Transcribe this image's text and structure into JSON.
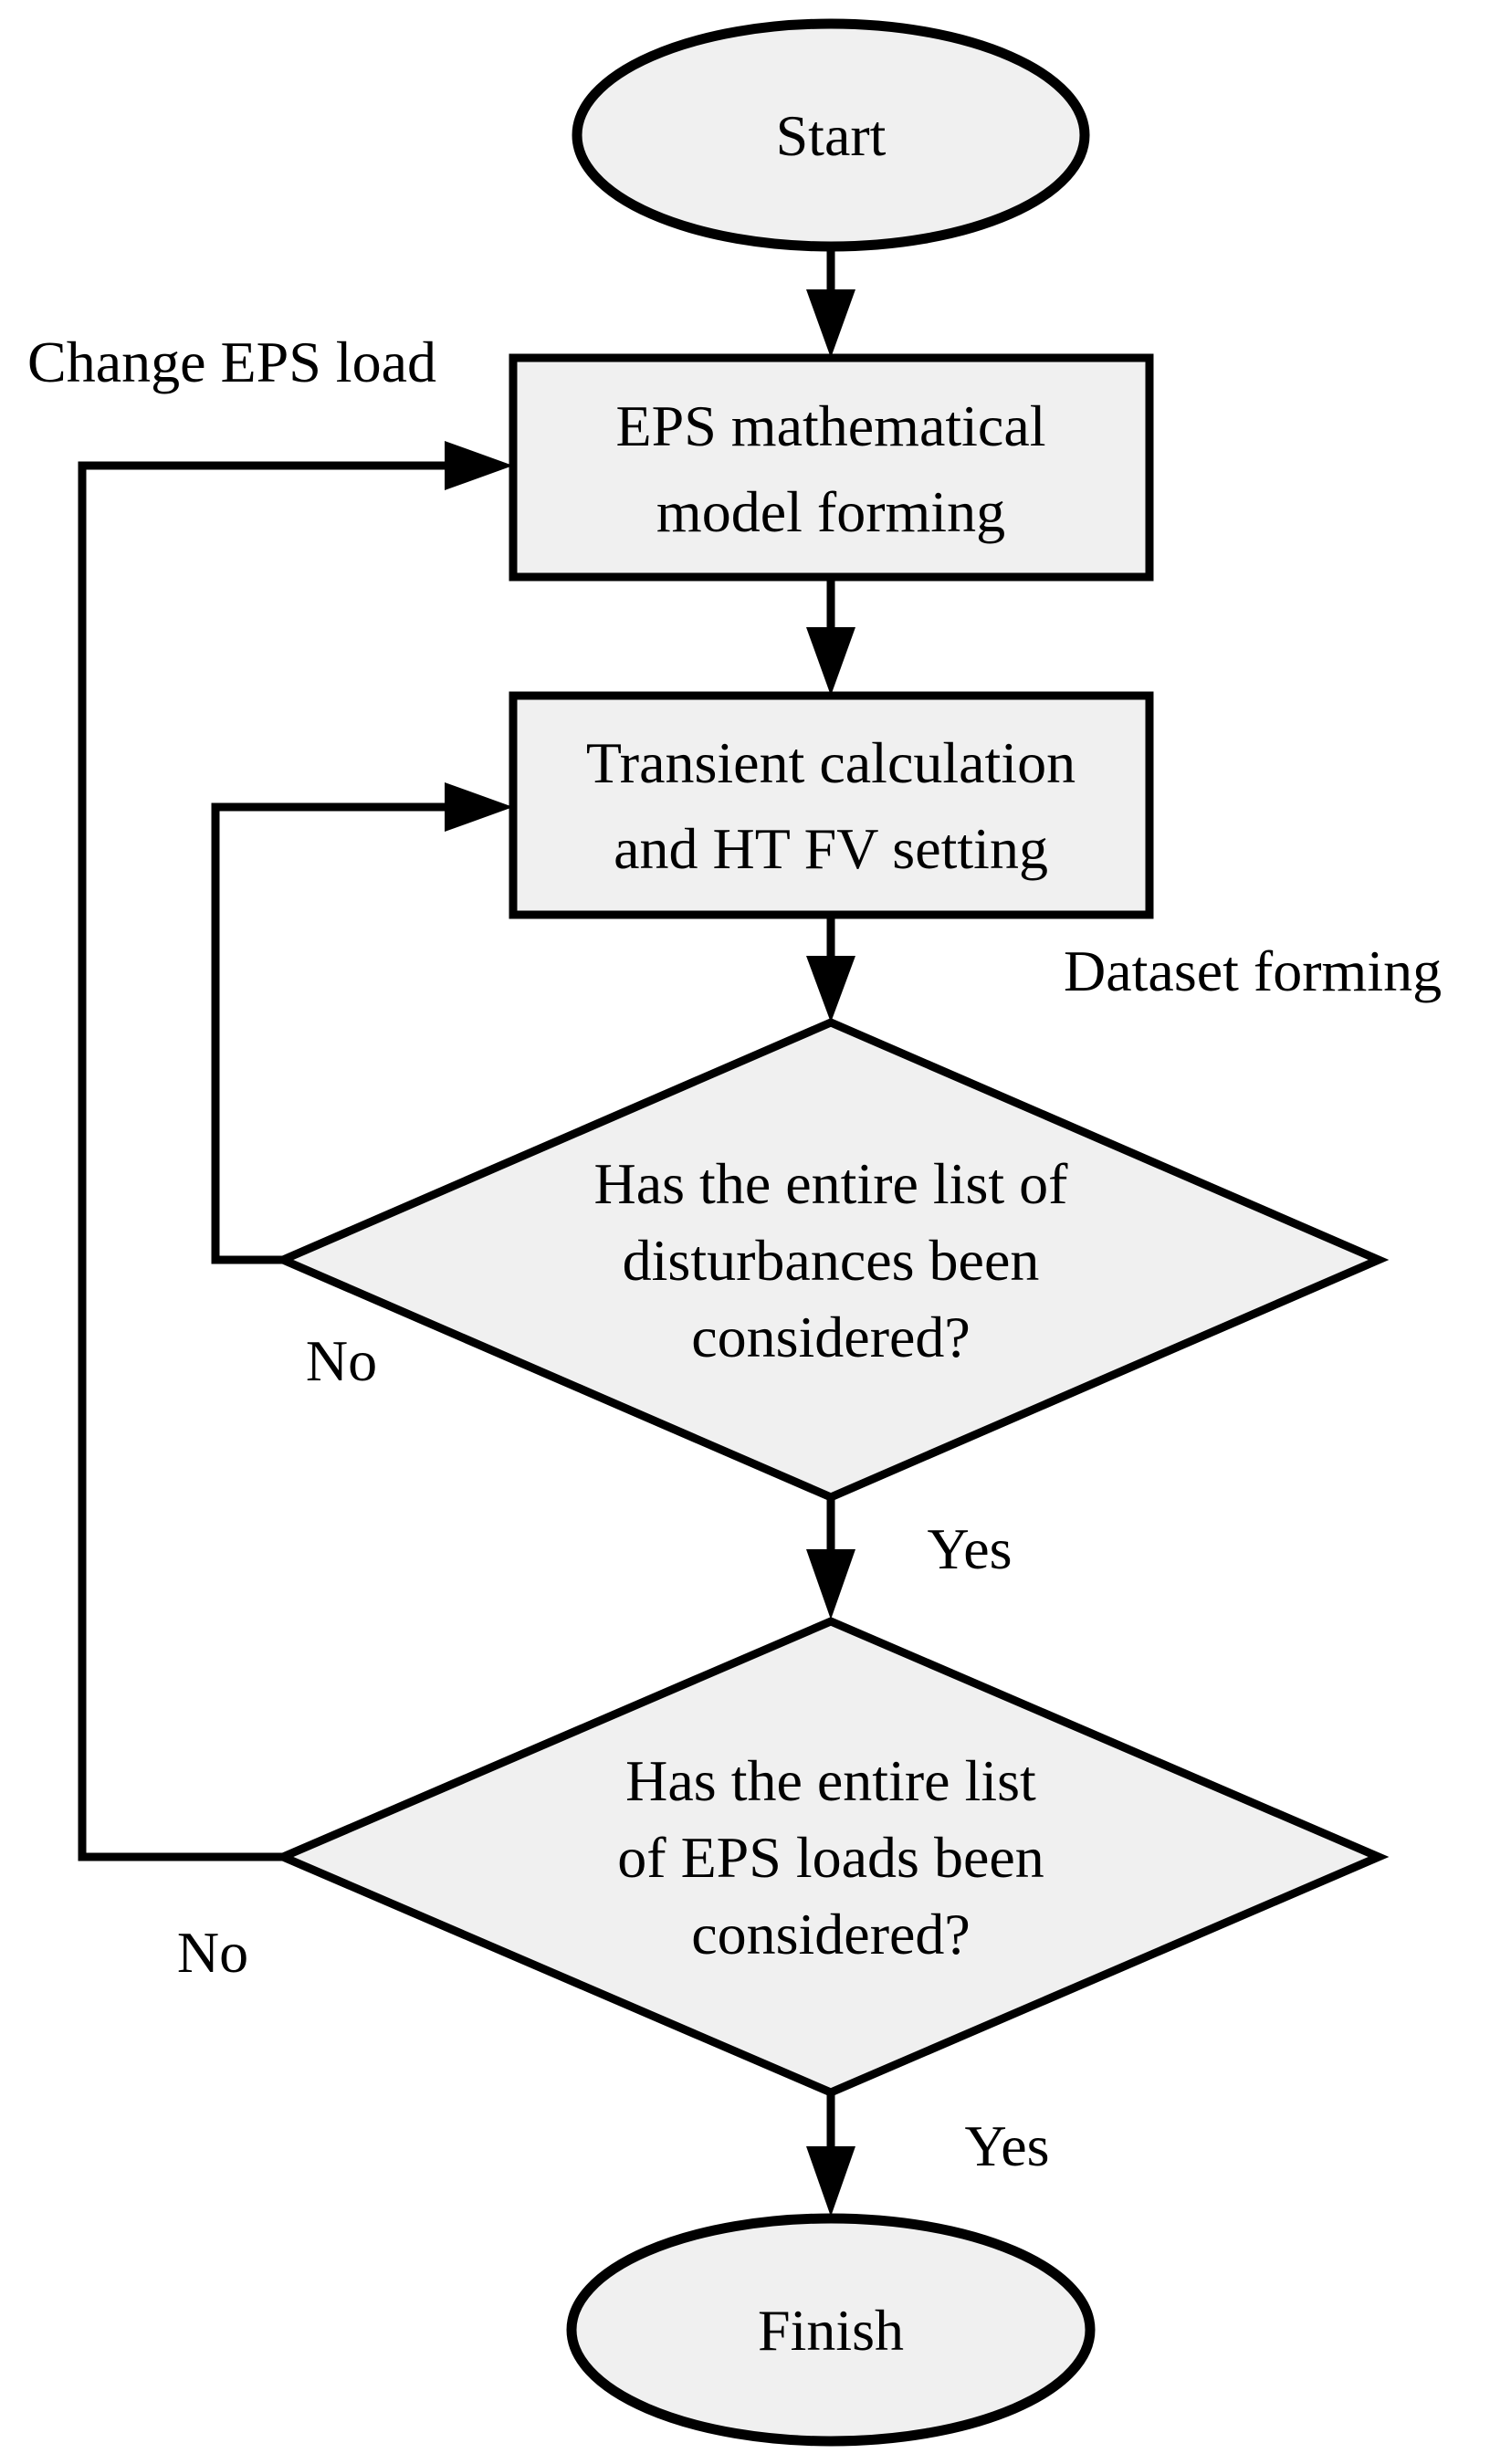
{
  "diagram": {
    "background": "#ffffff",
    "node_fill": "#f0f0f0",
    "stroke_color": "#000000",
    "text_color": "#000000",
    "nodes": {
      "start": {
        "shape": "terminator-ellipse",
        "label": "Start"
      },
      "eps_model": {
        "shape": "process-rectangle",
        "lines": [
          "EPS mathematical",
          "model forming"
        ]
      },
      "transient": {
        "shape": "process-rectangle",
        "lines": [
          "Transient calculation",
          "and HT FV setting"
        ]
      },
      "disturbances_decision": {
        "shape": "decision-diamond",
        "lines": [
          "Has the entire list of",
          "disturbances been",
          "considered?"
        ]
      },
      "eps_loads_decision": {
        "shape": "decision-diamond",
        "lines": [
          "Has the entire list",
          "of EPS loads been",
          "considered?"
        ]
      },
      "finish": {
        "shape": "terminator-ellipse",
        "label": "Finish"
      }
    },
    "labels": {
      "change_eps_load": "Change EPS load",
      "dataset_forming": "Dataset forming",
      "no_disturbances": "No",
      "yes_disturbances": "Yes",
      "no_eps_loads": "No",
      "yes_eps_loads": "Yes"
    }
  }
}
